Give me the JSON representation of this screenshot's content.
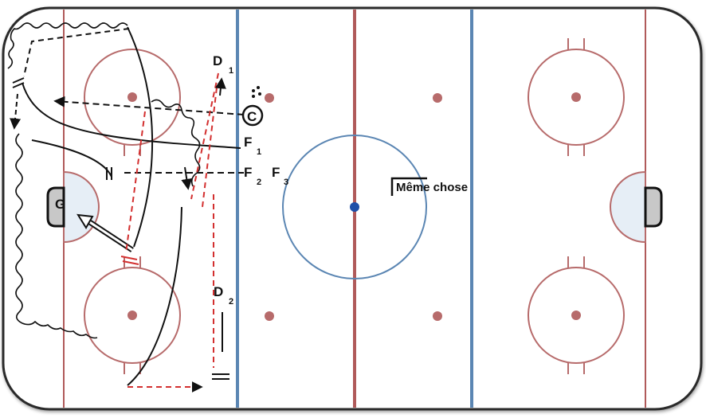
{
  "colors": {
    "board": "#2a2a2a",
    "red_line": "#b05a5a",
    "blue_line": "#5b86b3",
    "faceoff": "#b76b6b",
    "center_dot": "#1f4fa8",
    "crease_fill": "#e6eef6",
    "net_fill": "#c8c8c8",
    "player_path": "#111111",
    "pass_path": "#111111",
    "skate_path_red": "#d32f2f"
  },
  "labels": {
    "goalie": "G",
    "coach": "C",
    "d1_letter": "D",
    "d1_sub": "1",
    "d2_letter": "D",
    "d2_sub": "2",
    "f1_letter": "F",
    "f1_sub": "1",
    "f2_letter": "F",
    "f2_sub": "2",
    "f3_letter": "F",
    "f3_sub": "3",
    "same_drill_note": "Même chose"
  }
}
